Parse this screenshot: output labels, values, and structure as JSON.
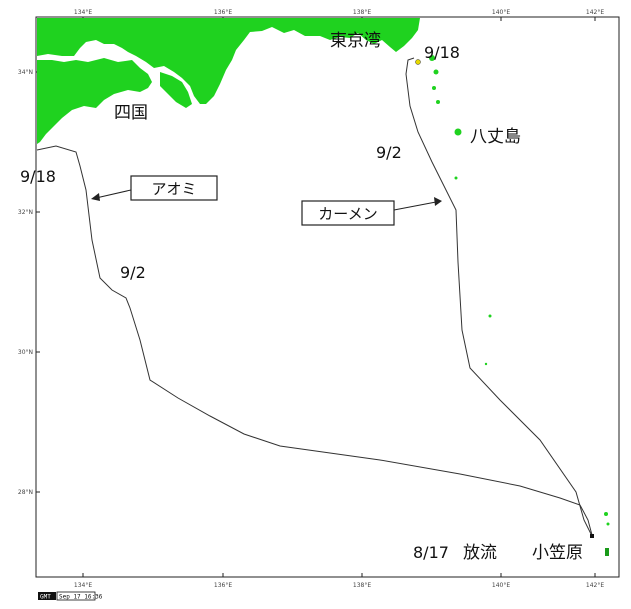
{
  "colors": {
    "land": "#1fd21f",
    "track": "#333333",
    "frame": "#222222",
    "marker": "#e6d800"
  },
  "axes": {
    "top_ticks": [
      "134°E",
      "136°E",
      "138°E",
      "140°E",
      "142°E"
    ],
    "bottom_ticks": [
      "134°E",
      "136°E",
      "138°E",
      "140°E",
      "142°E"
    ],
    "left_ticks": [
      "34°N",
      "32°N",
      "30°N",
      "28°N"
    ]
  },
  "places": {
    "tokyo_bay": "東京湾",
    "shikoku": "四国",
    "hachijojima": "八丈島",
    "ogasawara": "小笠原"
  },
  "tracks": [
    {
      "name": "アオミ",
      "label": "アオミ",
      "date_start": "9/18",
      "date_mid": "9/2"
    },
    {
      "name": "カーメン",
      "label": "カーメン",
      "date_start": "9/18",
      "date_mid": "9/2"
    }
  ],
  "release": {
    "date": "8/17",
    "text": "放流"
  },
  "stamp": {
    "left": "GMT",
    "right": "Sep 17 16:36"
  }
}
